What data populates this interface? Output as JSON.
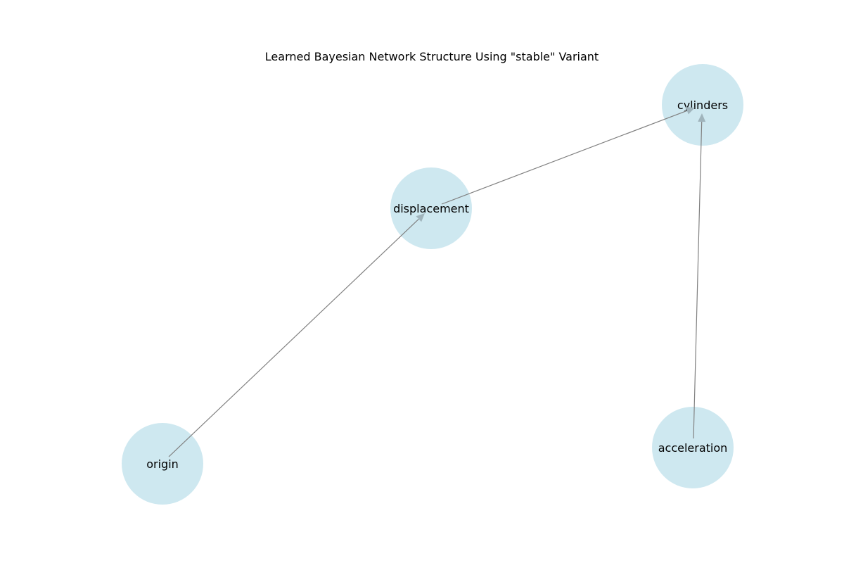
{
  "title": "Learned Bayesian Network Structure Using \"stable\" Variant",
  "colors": {
    "node_fill": "#add8e6",
    "edge": "#808080",
    "arrowhead": "#a0b4bc",
    "background": "#ffffff"
  },
  "nodes": [
    {
      "id": "cylinders",
      "label": "cylinders"
    },
    {
      "id": "displacement",
      "label": "displacement"
    },
    {
      "id": "origin",
      "label": "origin"
    },
    {
      "id": "acceleration",
      "label": "acceleration"
    }
  ],
  "edges": [
    {
      "from": "origin",
      "to": "displacement"
    },
    {
      "from": "displacement",
      "to": "cylinders"
    },
    {
      "from": "acceleration",
      "to": "cylinders"
    }
  ]
}
